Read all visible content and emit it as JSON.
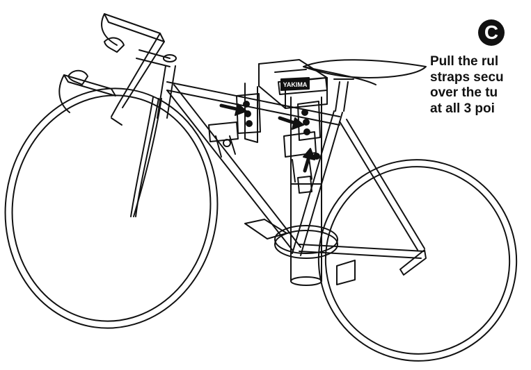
{
  "step": {
    "letter": "C",
    "instruction_lines": [
      "Pull the rul",
      "straps secu",
      "over the tu",
      "at all 3 poi"
    ]
  },
  "rack_brand": "YAKIMA",
  "colors": {
    "line": "#111111",
    "background": "#ffffff",
    "badge": "#111111"
  },
  "icons": [
    "arrow-icon",
    "arrow-icon",
    "arrow-icon"
  ]
}
